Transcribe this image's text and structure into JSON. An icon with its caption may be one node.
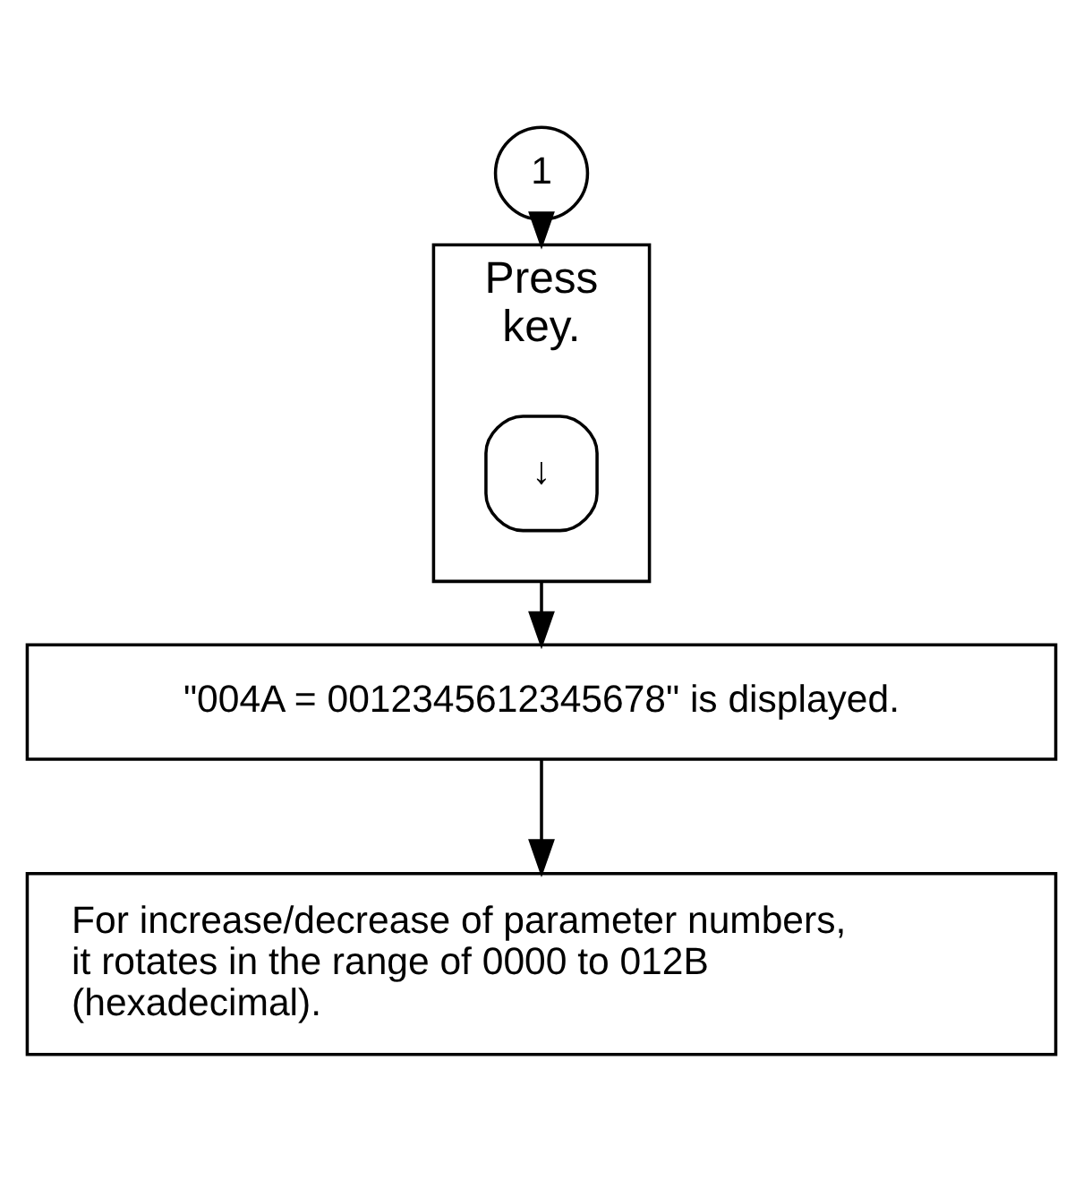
{
  "diagram": {
    "nodes": [
      {
        "text": [
          "1"
        ]
      },
      {
        "text": [
          "Press",
          "key."
        ]
      },
      {
        "text": [
          "↓"
        ],
        "in": 1
      },
      {
        "text": [
          "\"004A = 0012345612345678\" is displayed."
        ]
      },
      {
        "text": [
          "For increase/decrease of parameter numbers, it rotates in the range of 0000 to 012B (hexadecimal)."
        ]
      }
    ],
    "edges": [
      {
        "from": 0,
        "to": 1,
        "arrow": "to"
      },
      {
        "from": 1,
        "to": 3,
        "arrow": "to"
      },
      {
        "from": 3,
        "to": 4,
        "arrow": "to"
      }
    ]
  }
}
